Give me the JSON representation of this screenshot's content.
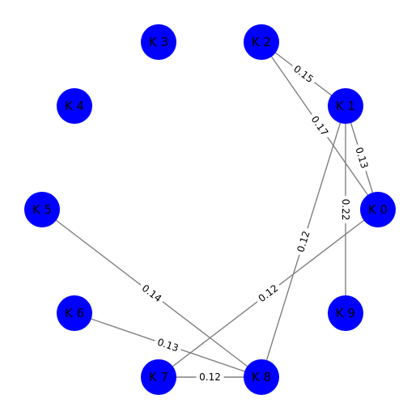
{
  "graph": {
    "node_color": "#0000ff",
    "edge_color": "#808080",
    "nodes": [
      {
        "id": "K0",
        "label": "K 0"
      },
      {
        "id": "K1",
        "label": "K 1"
      },
      {
        "id": "K2",
        "label": "K 2"
      },
      {
        "id": "K3",
        "label": "K 3"
      },
      {
        "id": "K4",
        "label": "K 4"
      },
      {
        "id": "K5",
        "label": "K 5"
      },
      {
        "id": "K6",
        "label": "K 6"
      },
      {
        "id": "K7",
        "label": "K 7"
      },
      {
        "id": "K8",
        "label": "K 8"
      },
      {
        "id": "K9",
        "label": "K 9"
      }
    ],
    "edges": [
      {
        "source": "K2",
        "target": "K1",
        "weight": "0.15"
      },
      {
        "source": "K2",
        "target": "K0",
        "weight": "0.17"
      },
      {
        "source": "K1",
        "target": "K0",
        "weight": "0.13"
      },
      {
        "source": "K1",
        "target": "K9",
        "weight": "0.22"
      },
      {
        "source": "K1",
        "target": "K8",
        "weight": "0.12"
      },
      {
        "source": "K0",
        "target": "K7",
        "weight": "0.12"
      },
      {
        "source": "K5",
        "target": "K8",
        "weight": "0.14"
      },
      {
        "source": "K6",
        "target": "K8",
        "weight": "0.13"
      },
      {
        "source": "K7",
        "target": "K8",
        "weight": "0.12"
      }
    ]
  }
}
